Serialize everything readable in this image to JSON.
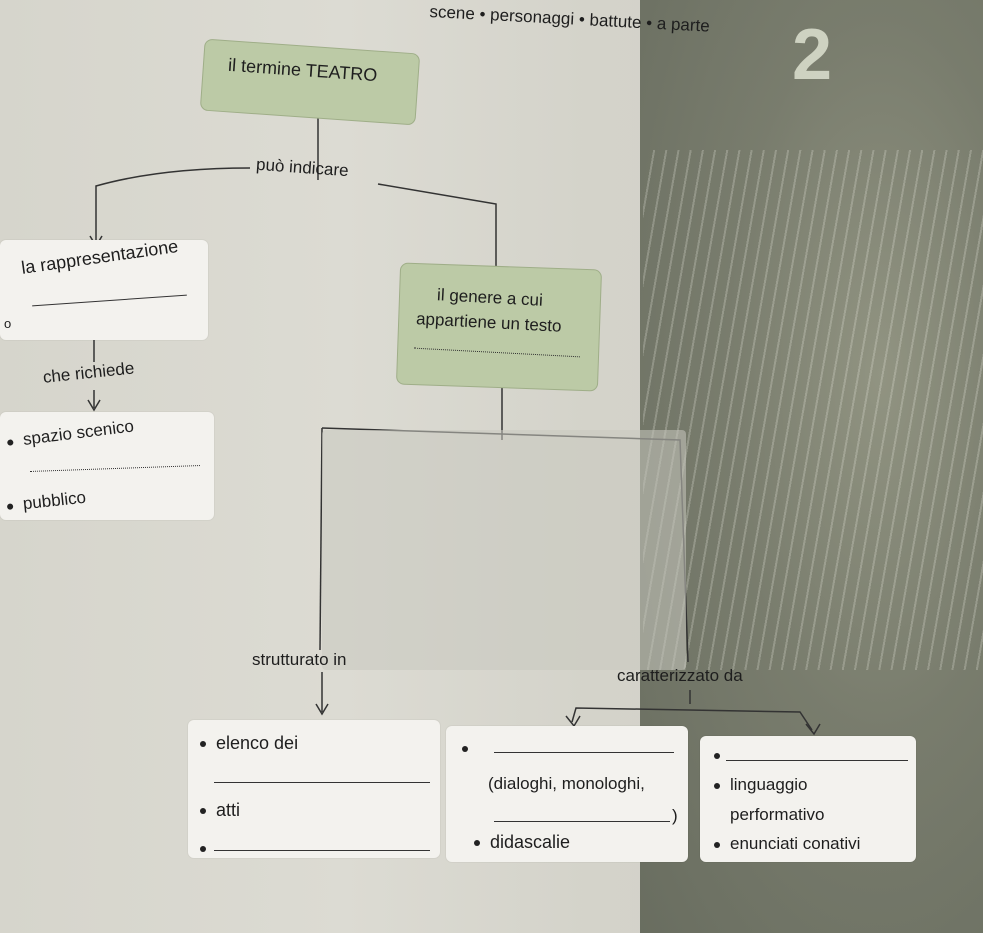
{
  "header": {
    "top_text": "scene • personaggi • battute • a parte",
    "big_number": "2"
  },
  "root": {
    "label": "il termine TEATRO"
  },
  "connector": {
    "label": "può indicare"
  },
  "left_branch": {
    "title": "la rappresentazione",
    "prefix": "o",
    "requires_label": "che richiede",
    "items": [
      "spazio scenico",
      "pubblico"
    ]
  },
  "right_branch": {
    "title_line1": "il genere a cui",
    "title_line2": "appartiene un testo",
    "structured_label": "strutturato in",
    "characterized_label": "caratterizzato da"
  },
  "box_structure": {
    "items": [
      "elenco dei",
      "atti"
    ]
  },
  "box_dialogue": {
    "line1": "(dialoghi, monologhi,",
    "line2": ")",
    "line3": "didascalie"
  },
  "box_language": {
    "line1": "linguaggio",
    "line2": "performativo",
    "line3": "enunciati conativi"
  },
  "colors": {
    "green": "#bccaa6",
    "white": "#f3f2ee",
    "line": "#333333"
  }
}
